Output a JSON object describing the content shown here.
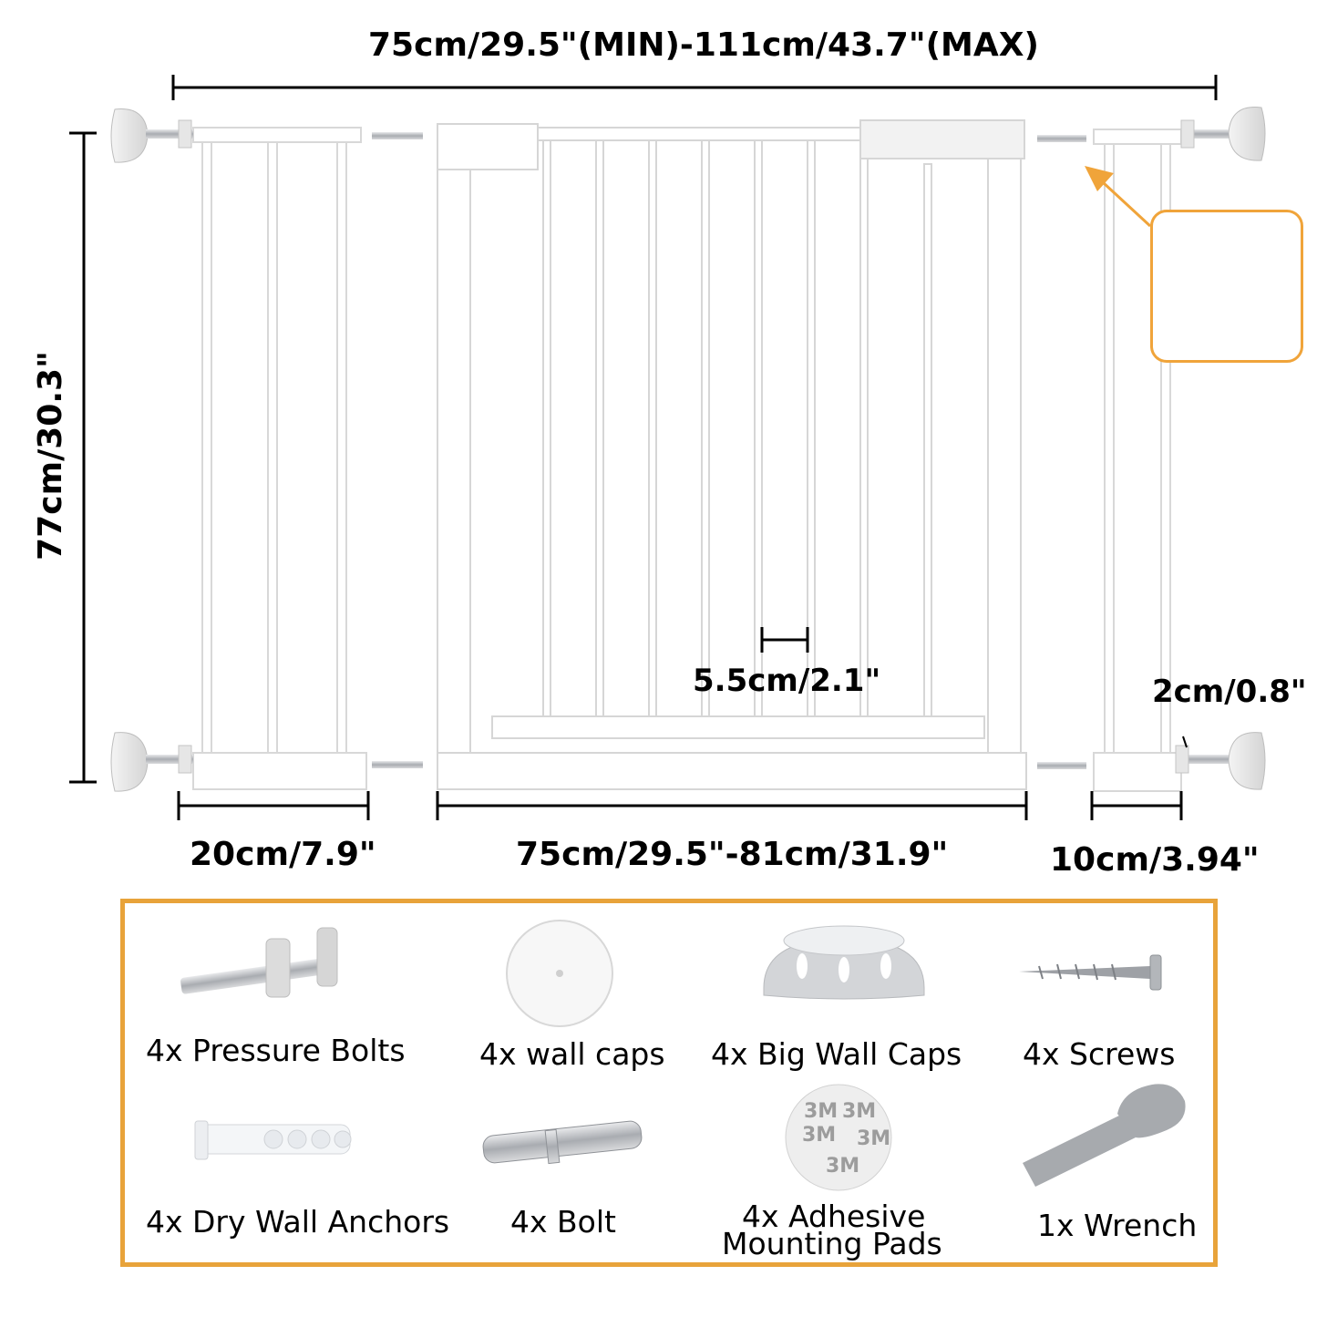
{
  "dimensions": {
    "total_width": "75cm/29.5\"(MIN)-111cm/43.7\"(MAX)",
    "height": "77cm/30.3\"",
    "bar_spacing": "5.5cm/2.1\"",
    "bolt_gap": "2cm/0.8\"",
    "left_extension": "20cm/7.9\"",
    "main_gate": "75cm/29.5\"-81cm/31.9\"",
    "right_extension": "10cm/3.94\""
  },
  "parts": [
    {
      "label": "4x Pressure Bolts",
      "icon": "pressure-bolt-icon"
    },
    {
      "label": "4x wall caps",
      "icon": "wall-cap-icon"
    },
    {
      "label": "4x Big Wall Caps",
      "icon": "big-wall-cap-icon"
    },
    {
      "label": "4x Screws",
      "icon": "screw-icon"
    },
    {
      "label": "4x Dry Wall Anchors",
      "icon": "dry-wall-anchor-icon"
    },
    {
      "label": "4x Bolt",
      "icon": "bolt-icon"
    },
    {
      "label_line1": "4x Adhesive",
      "label_line2": "Mounting Pads",
      "icon": "adhesive-pad-icon",
      "pad_text": "3M"
    },
    {
      "label": "1x Wrench",
      "icon": "wrench-icon"
    }
  ],
  "colors": {
    "accent": "#e8a33a",
    "gate_fill": "#ffffff",
    "gate_stroke": "#d6d6d6",
    "metal": "#b9bcc0"
  }
}
